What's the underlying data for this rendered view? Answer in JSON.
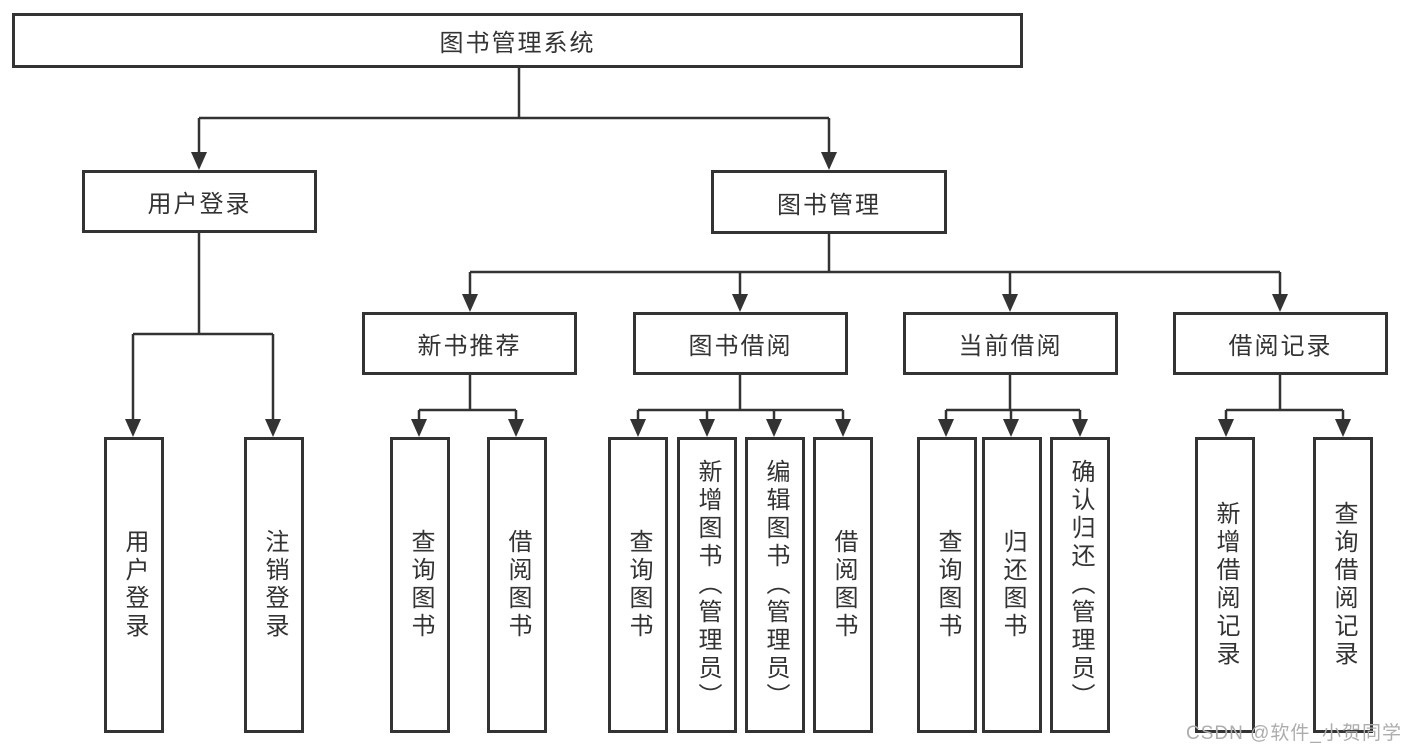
{
  "diagram": {
    "root": {
      "label": "图书管理系统"
    },
    "level2": [
      {
        "label": "用户登录"
      },
      {
        "label": "图书管理"
      }
    ],
    "level3": [
      {
        "label": "新书推荐"
      },
      {
        "label": "图书借阅"
      },
      {
        "label": "当前借阅"
      },
      {
        "label": "借阅记录"
      }
    ],
    "leaves": {
      "user_login": [
        {
          "label": "用户登录"
        },
        {
          "label": "注销登录"
        }
      ],
      "new_book_recommend": [
        {
          "label": "查询图书"
        },
        {
          "label": "借阅图书"
        }
      ],
      "book_borrow": [
        {
          "label": "查询图书"
        },
        {
          "label": "新增图书（管理员）"
        },
        {
          "label": "编辑图书（管理员）"
        },
        {
          "label": "借阅图书"
        }
      ],
      "current_borrow": [
        {
          "label": "查询图书"
        },
        {
          "label": "归还图书"
        },
        {
          "label": "确认归还（管理员）"
        }
      ],
      "borrow_record": [
        {
          "label": "新增借阅记录"
        },
        {
          "label": "查询借阅记录"
        }
      ]
    },
    "watermark": "CSDN @软件_小贺同学",
    "colors": {
      "line": "#333333",
      "box_border": "#333333",
      "text": "#333333",
      "watermark": "#adadad",
      "background": "#ffffff"
    }
  }
}
